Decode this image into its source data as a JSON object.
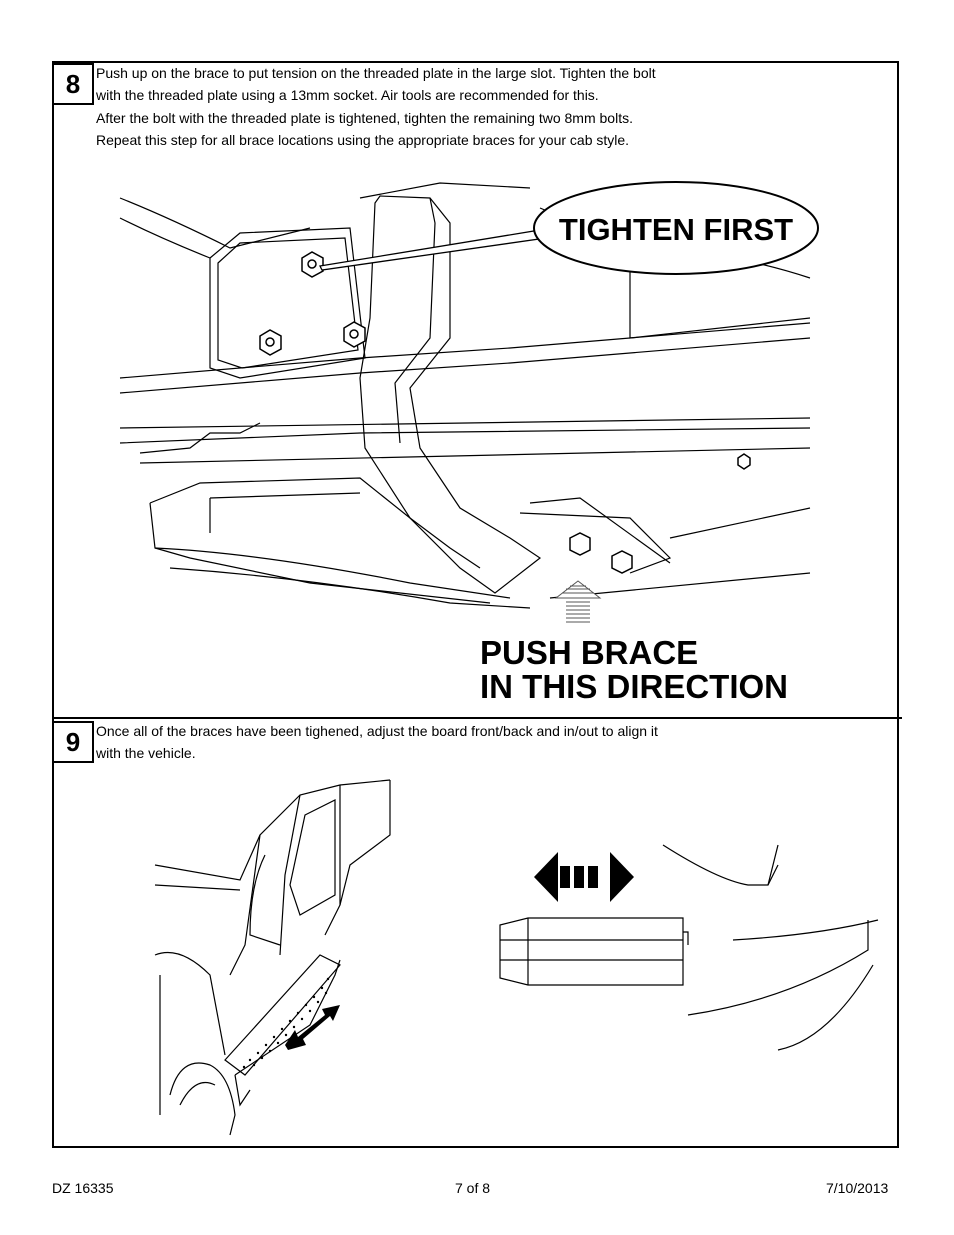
{
  "step8": {
    "number": "8",
    "lines": [
      "Push up on the brace to put tension on the threaded plate in the large slot.  Tighten the bolt",
      "with the threaded plate using a 13mm socket.  Air tools are recommended for this.",
      "After the bolt with the threaded plate is tightened, tighten the remaining two 8mm bolts.",
      "Repeat this step for all brace locations using the appropriate braces for your cab style."
    ],
    "callout_tighten": "TIGHTEN FIRST",
    "push_line1": "PUSH BRACE",
    "push_line2": "IN THIS DIRECTION"
  },
  "step9": {
    "number": "9",
    "lines": [
      "Once all of the braces have been tighened, adjust the board front/back and in/out to align it",
      "with the vehicle."
    ]
  },
  "footer": {
    "doc_id": "DZ 16335",
    "page": "7 of 8",
    "date": "7/10/2013"
  }
}
